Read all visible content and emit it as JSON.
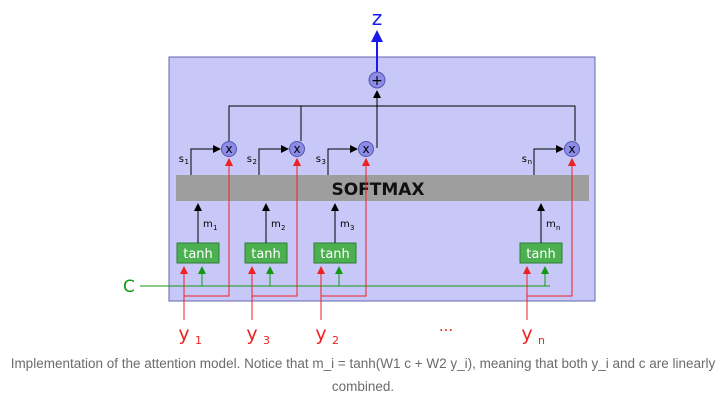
{
  "diagram": {
    "output_label": "z",
    "plus_symbol": "+",
    "multiply_symbol": "x",
    "softmax_label": "SOFTMAX",
    "context_label": "C",
    "ellipsis": "...",
    "units": [
      {
        "s_label": "s",
        "s_sub": "1",
        "m_label": "m",
        "m_sub": "1",
        "tanh_label": "tanh",
        "y_label": "y",
        "y_sub": "1"
      },
      {
        "s_label": "s",
        "s_sub": "2",
        "m_label": "m",
        "m_sub": "2",
        "tanh_label": "tanh",
        "y_label": "y",
        "y_sub": "3"
      },
      {
        "s_label": "s",
        "s_sub": "3",
        "m_label": "m",
        "m_sub": "3",
        "tanh_label": "tanh",
        "y_label": "y",
        "y_sub": "2"
      },
      {
        "s_label": "s",
        "s_sub": "n",
        "m_label": "m",
        "m_sub": "n",
        "tanh_label": "tanh",
        "y_label": "y",
        "y_sub": "n"
      }
    ],
    "colors": {
      "panel_fill": "#c8c8f8",
      "panel_border": "#6666aa",
      "node_fill": "#8b8be8",
      "softmax_fill": "#9e9e9e",
      "tanh_fill": "#4caf50",
      "output_blue": "#1a1aee",
      "input_red": "#ee2222",
      "context_green": "#119911"
    }
  },
  "caption": "Implementation of the attention model. Notice that m_i = tanh(W1 c + W2 y_i), meaning that both y_i and c are linearly combined."
}
